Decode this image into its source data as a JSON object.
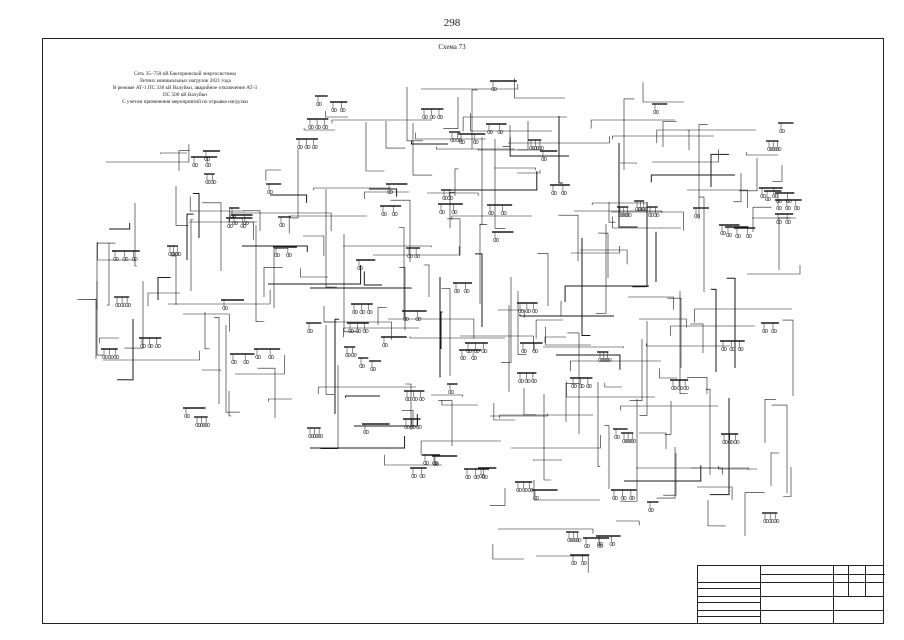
{
  "page_number": "298",
  "scheme_title": "Схема 73",
  "caption_lines": [
    "Сеть 35–750 кВ Бакгорюнской энергосистемы",
    "Летних минимальных нагрузок 2021 года",
    "В режиме АТ-1 ПС 330 кВ Валуйки, аварийное отключение АТ-3",
    "ПС 500 кВ Валуйки",
    "С учетом применения мероприятий по отрывке нагрузки"
  ],
  "colors": {
    "ink": "#1a1a1a",
    "paper": "#ffffff"
  }
}
